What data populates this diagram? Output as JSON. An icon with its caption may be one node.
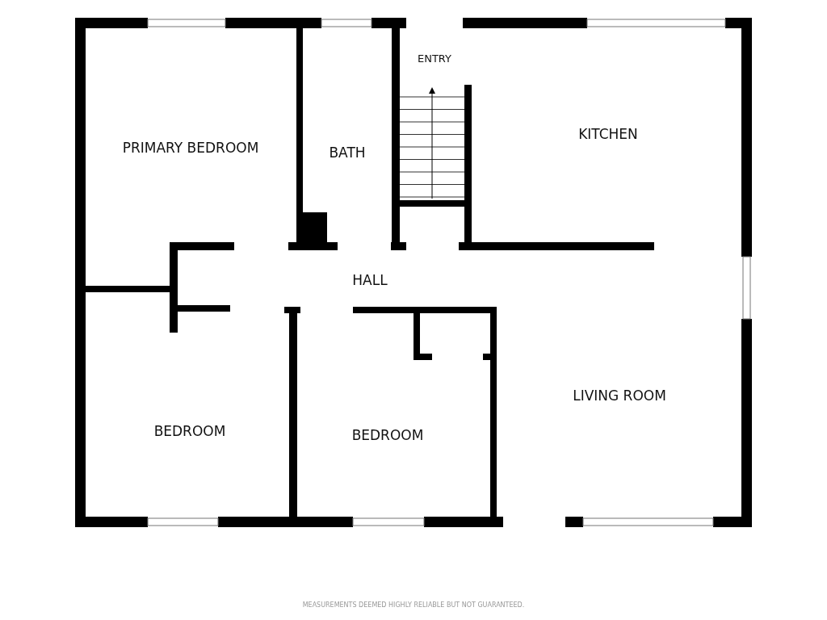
{
  "diagram": {
    "nodes": [
      {
        "text": [
          "PRIMARY BEDROOM"
        ]
      },
      {
        "text": [
          "BATH"
        ]
      },
      {
        "text": [
          "ENTRY"
        ]
      },
      {
        "text": [
          "KITCHEN"
        ]
      },
      {
        "text": [
          "HALL"
        ]
      },
      {
        "text": [
          "LIVING ROOM"
        ]
      },
      {
        "text": [
          "BEDROOM"
        ]
      },
      {
        "text": [
          "BEDROOM"
        ]
      }
    ],
    "labels": [
      "MEASUREMENTS DEEMED HIGHLY RELIABLE BUT NOT GUARANTEED."
    ]
  }
}
